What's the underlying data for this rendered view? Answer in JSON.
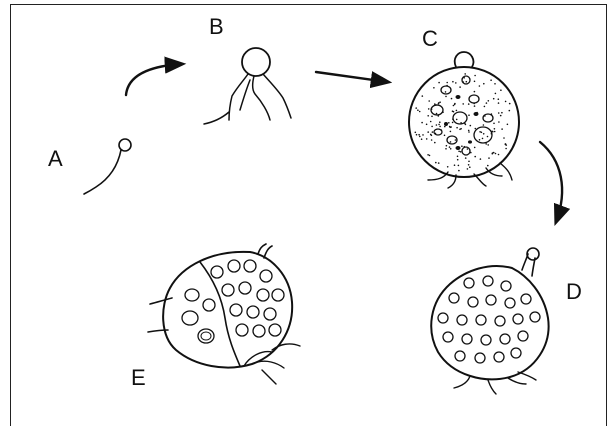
{
  "figure": {
    "stage_labels": {
      "a": "A",
      "b": "B",
      "c": "C",
      "d": "D",
      "e": "E"
    },
    "colors": {
      "ink": "#111111",
      "background": "#ffffff"
    }
  }
}
